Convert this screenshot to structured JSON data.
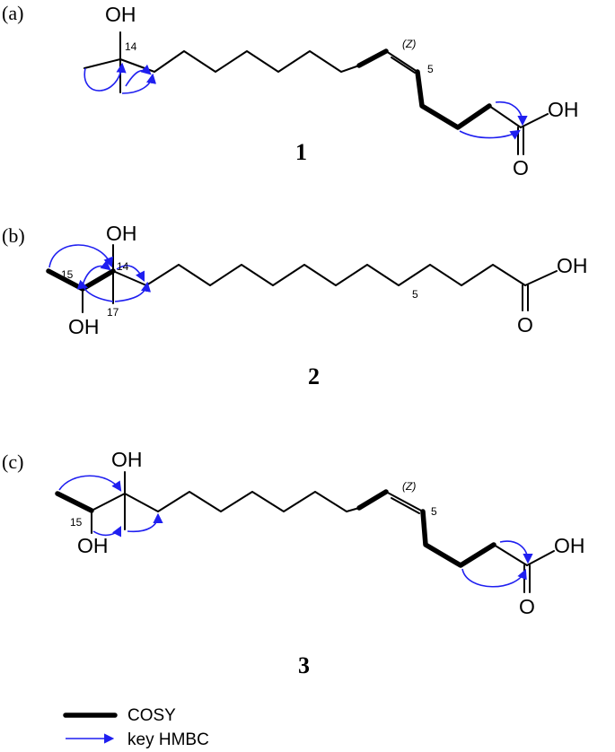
{
  "colors": {
    "bond": "#000000",
    "hmbc_arrow": "#1f1ff0"
  },
  "panels": [
    {
      "label": "(a)",
      "compound": "1",
      "atoms": {
        "oh_top": "OH",
        "acid_oh": "OH",
        "carbonyl_o": "O"
      },
      "numbers": {
        "c14": "14",
        "c5": "5"
      },
      "stereo": "(Z)"
    },
    {
      "label": "(b)",
      "compound": "2",
      "atoms": {
        "oh_top": "OH",
        "oh_bottom": "OH",
        "acid_oh": "OH",
        "carbonyl_o": "O"
      },
      "numbers": {
        "c14": "14",
        "c15": "15",
        "c17": "17",
        "c5": "5"
      }
    },
    {
      "label": "(c)",
      "compound": "3",
      "atoms": {
        "oh_top": "OH",
        "oh_bottom": "OH",
        "acid_oh": "OH",
        "carbonyl_o": "O"
      },
      "numbers": {
        "c15": "15",
        "c5": "5"
      },
      "stereo": "(Z)"
    }
  ],
  "legend": {
    "cosy_label": "COSY",
    "hmbc_label": "key HMBC"
  }
}
